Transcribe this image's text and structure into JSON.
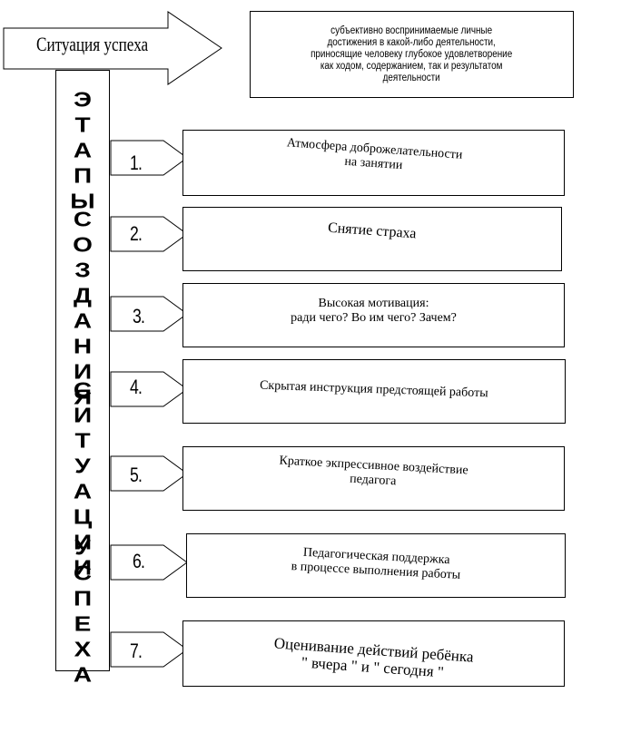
{
  "title": "Ситуация успеха",
  "definition": "субъективно воспринимаемые личные\nдостижения в какой-либо деятельности,\nприносящие человеку глубокое удовлетворение\nкак ходом, содержанием, так и результатом\nдеятельности",
  "vertical_words": [
    "ЭТАПЫ",
    "СОЗДАНИЯ",
    "СИТУАЦИИ",
    "УСПЕХА"
  ],
  "steps": [
    {
      "number": "1.",
      "text": "Атмосфера доброжелательности\nна занятии"
    },
    {
      "number": "2.",
      "text": "Снятие страха"
    },
    {
      "number": "3.",
      "text": "Высокая мотивация:\nради чего? Во им чего? Зачем?"
    },
    {
      "number": "4.",
      "text": "Скрытая инструкция предстоящей работы"
    },
    {
      "number": "5.",
      "text": "Краткое экпрессивное воздействие\nпедагога"
    },
    {
      "number": "6.",
      "text": "Педагогическая поддержка\nв процессе выполнения работы"
    },
    {
      "number": "7.",
      "text": "Оценивание действий ребёнка\n\" вчера \" и \" сегодня \""
    }
  ]
}
